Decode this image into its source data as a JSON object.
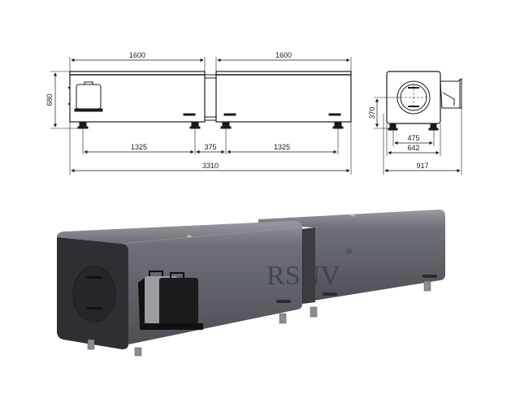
{
  "drawing": {
    "side_view": {
      "dimensions": {
        "top_left_length": "1600",
        "top_right_length": "1600",
        "height": "680",
        "foot_span_left": "1325",
        "gap": "375",
        "foot_span_right": "1325",
        "total_length": "3310"
      }
    },
    "end_view": {
      "dimensions": {
        "axis_height": "370",
        "foot_span": "475",
        "body_width": "642",
        "total_width": "917"
      }
    }
  },
  "render": {
    "brand_watermark": "RSNV",
    "registered_mark": "®",
    "colors": {
      "body": "#5f6068",
      "body_light": "#7a7b84",
      "body_dark": "#3b3c42",
      "end_cap": "#2e2f33",
      "line": "#1a1a1a"
    }
  }
}
